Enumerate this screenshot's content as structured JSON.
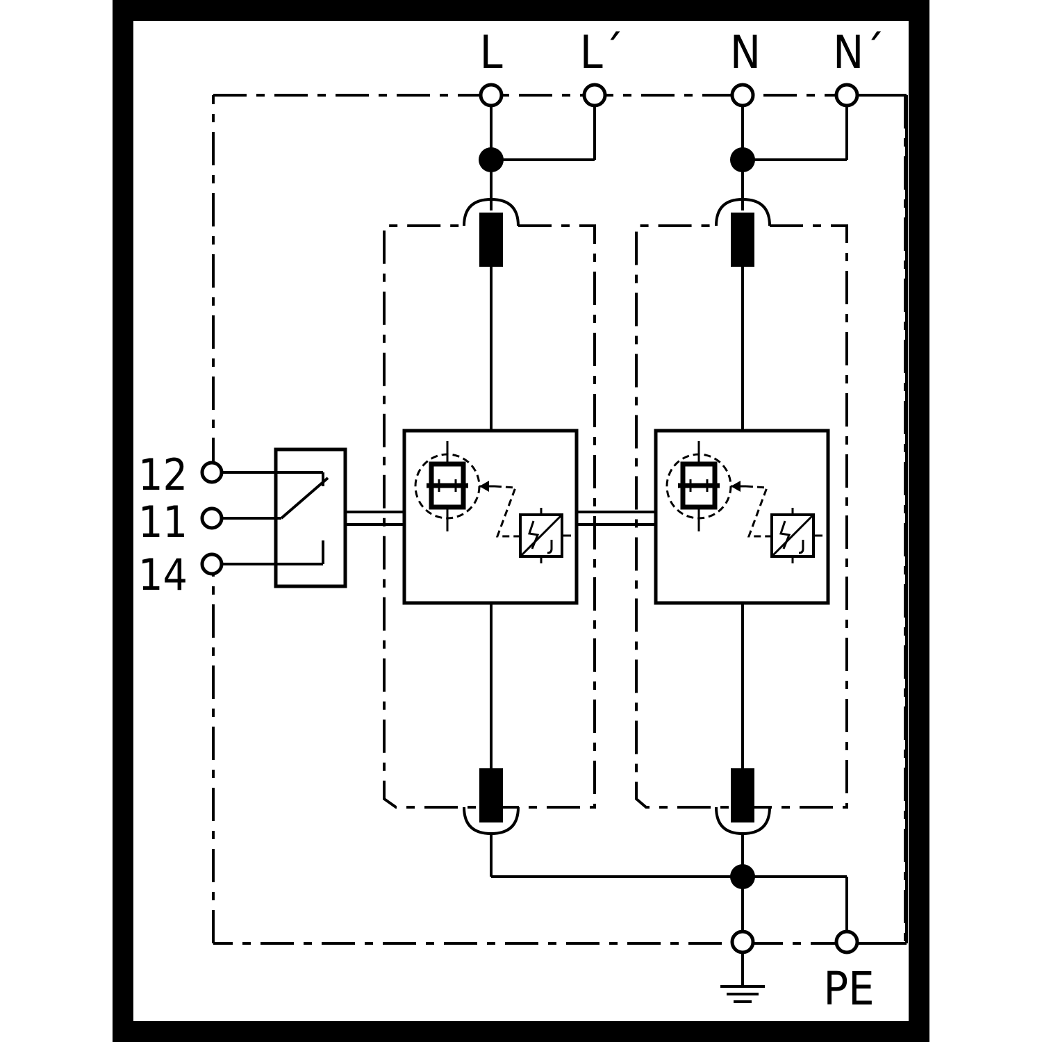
{
  "terminals": {
    "L": "L",
    "L_prime": "L´",
    "N": "N",
    "N_prime": "N´",
    "PE": "PE"
  },
  "aux_contacts": {
    "c12": "12",
    "c11": "11",
    "c14": "14"
  },
  "icons": {
    "earth": "ground-icon",
    "thermal_disconnector": "thermal-disconnector-icon",
    "varistor": "varistor-icon",
    "changeover_contact": "changeover-contact-icon"
  },
  "colors": {
    "line": "#000000",
    "background": "#ffffff",
    "border": "#000000"
  }
}
